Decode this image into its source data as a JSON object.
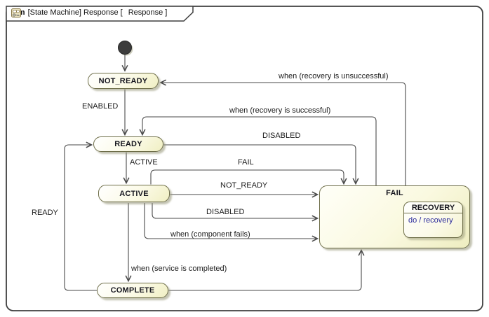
{
  "frame": {
    "kind": "stm",
    "title_pre": "[State Machine] Response [",
    "title_post": "Response ]",
    "icon": "state-machine-diagram-icon"
  },
  "colors": {
    "line": "#4a4a4a",
    "state_border": "#6e6e49",
    "state_fill_top": "#ffffff",
    "state_fill_bottom": "#f0efc3",
    "activity_text": "#2a2a9a",
    "initial_node": "#3d3d3d"
  },
  "states": {
    "not_ready": {
      "label": "NOT_READY"
    },
    "ready": {
      "label": "READY"
    },
    "active": {
      "label": "ACTIVE"
    },
    "complete": {
      "label": "COMPLETE"
    },
    "fail": {
      "label": "FAIL"
    },
    "recovery": {
      "label": "RECOVERY",
      "activity": "do / recovery"
    }
  },
  "transitions": {
    "enabled": {
      "label": "ENABLED",
      "from": "NOT_READY",
      "to": "READY"
    },
    "ready_to_active": {
      "label": "ACTIVE",
      "from": "READY",
      "to": "ACTIVE"
    },
    "service_completed": {
      "label": "when (service is completed)",
      "from": "ACTIVE",
      "to": "COMPLETE"
    },
    "complete_to_ready": {
      "label": "READY",
      "from": "COMPLETE",
      "to": "READY"
    },
    "recovery_unsuccessful": {
      "label": "when (recovery is unsuccessful)",
      "from": "FAIL",
      "to": "NOT_READY"
    },
    "recovery_successful": {
      "label": "when (recovery is successful)",
      "from": "FAIL",
      "to": "READY"
    },
    "ready_disabled": {
      "label": "DISABLED",
      "from": "READY",
      "to": "FAIL"
    },
    "active_fail": {
      "label": "FAIL",
      "from": "ACTIVE",
      "to": "FAIL"
    },
    "active_not_ready": {
      "label": "NOT_READY",
      "from": "ACTIVE",
      "to": "FAIL"
    },
    "active_disabled": {
      "label": "DISABLED",
      "from": "ACTIVE",
      "to": "FAIL"
    },
    "component_fails": {
      "label": "when (component fails)",
      "from": "ACTIVE",
      "to": "FAIL"
    },
    "complete_to_fail": {
      "label": "",
      "from": "COMPLETE",
      "to": "FAIL"
    }
  }
}
